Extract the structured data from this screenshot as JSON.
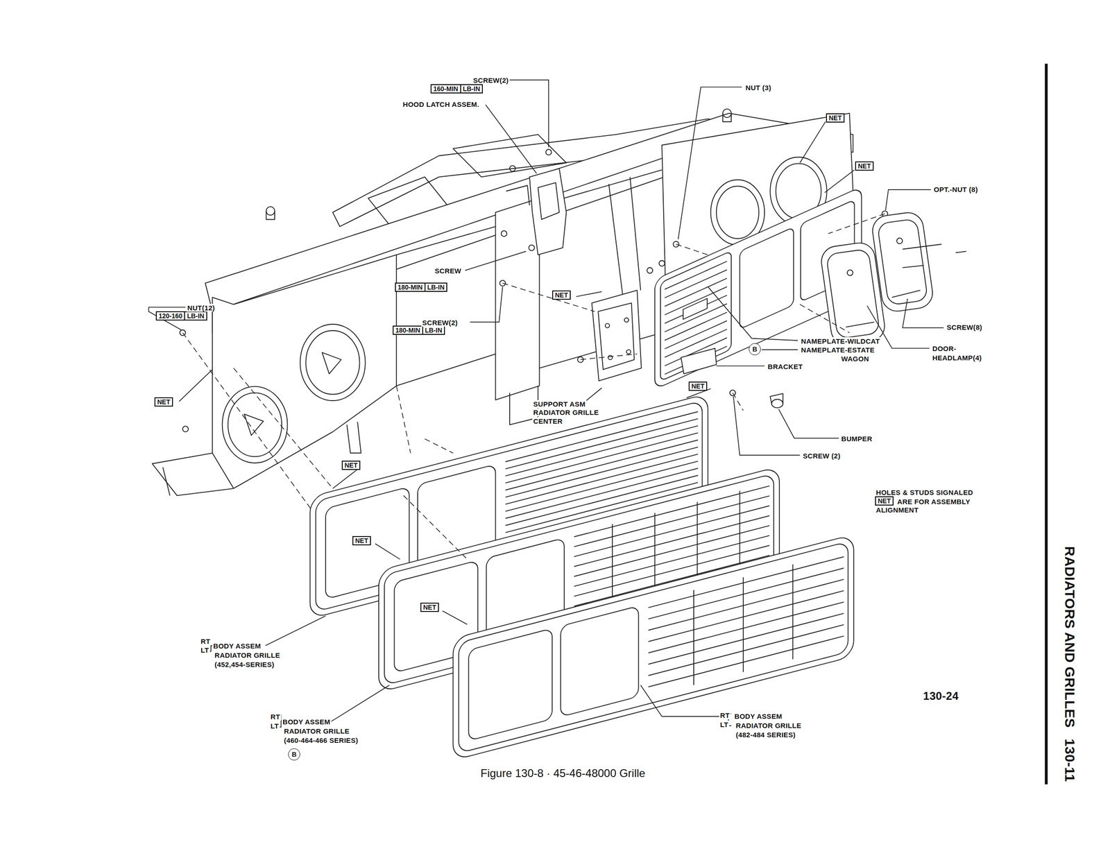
{
  "diagram": {
    "caption": "Figure 130-8 · 45-46-48000 Grille",
    "nodes": [
      {
        "text": [
          "NET"
        ]
      },
      {
        "text": [
          "NET"
        ]
      },
      {
        "text": [
          "160-MIN",
          "LB-IN"
        ]
      },
      {
        "text": [
          "180-MIN",
          "LB-IN"
        ]
      },
      {
        "text": [
          "NET"
        ]
      },
      {
        "text": [
          "120-160",
          "LB-IN"
        ]
      },
      {
        "text": [
          "180-MIN",
          "LB-IN"
        ]
      },
      {
        "text": [
          "B"
        ]
      },
      {
        "text": [
          "NET"
        ]
      },
      {
        "text": [
          "NET"
        ]
      },
      {
        "text": [
          "NET"
        ]
      },
      {
        "text": [
          "NET"
        ]
      },
      {
        "text": [
          "NET"
        ]
      },
      {
        "text": [
          "NET"
        ]
      },
      {
        "text": [
          "B"
        ]
      }
    ],
    "labels": [
      "SCREW(2)",
      "HOOD LATCH ASSEM.",
      "NUT (3)",
      "OPT.-NUT (8)",
      "SCREW",
      "NUT(12)",
      "SCREW(2)",
      "SCREW(8)",
      "NAMEPLATE-WILDCAT",
      "NAMEPLATE-ESTATE",
      "WAGON",
      "DOOR-",
      "HEADLAMP(4)",
      "BRACKET",
      "SUPPORT ASM",
      "RADIATOR GRILLE",
      "CENTER",
      "BUMPER",
      "SCREW (2)",
      "HOLES & STUDS SIGNALED",
      "ARE FOR ASSEMBLY",
      "ALIGNMENT",
      "RT",
      "LT",
      "BODY ASSEM",
      "RADIATOR GRILLE",
      "(452,454-SERIES)",
      "RT",
      "LT",
      "BODY ASSEM",
      "RADIATOR GRILLE",
      "(460-464-466 SERIES)",
      "RT",
      "LT",
      "BODY ASSEM",
      "RADIATOR GRILLE",
      "(482-484 SERIES)",
      "130-24",
      "RADIATORS AND GRILLES",
      "130-11"
    ]
  }
}
